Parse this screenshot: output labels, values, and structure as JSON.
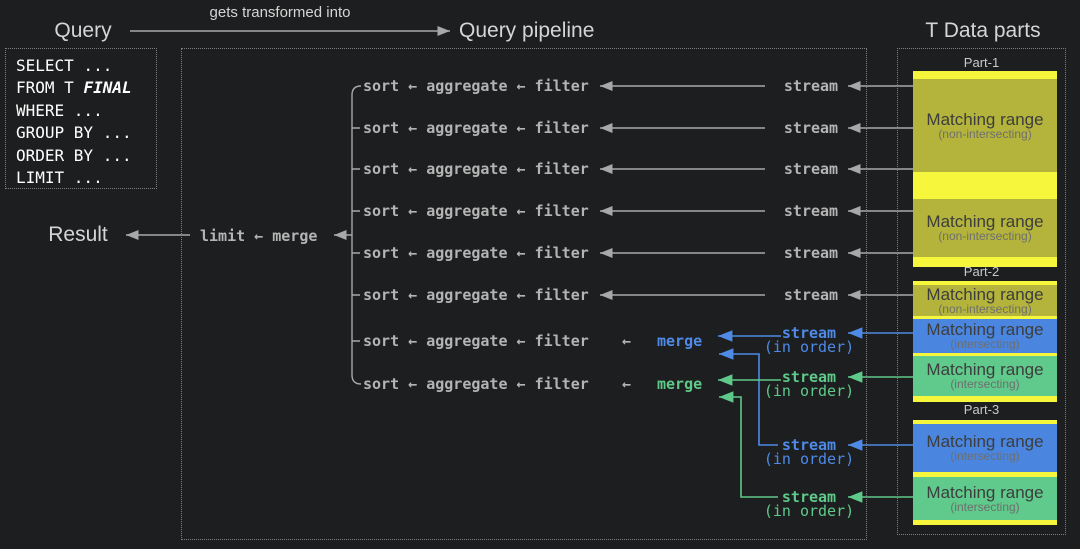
{
  "header": {
    "query_label": "Query",
    "transform_label": "gets transformed into",
    "pipeline_label": "Query pipeline",
    "parts_label": "T Data parts"
  },
  "sql_box": {
    "line1": "SELECT ...",
    "line2_prefix": "FROM T ",
    "line2_final": "FINAL",
    "line3": "WHERE ...",
    "line4": "GROUP BY ...",
    "line5": "ORDER BY ...",
    "line6": "LIMIT ..."
  },
  "result": {
    "label": "Result",
    "chain": "limit ← merge"
  },
  "pipeline": {
    "rows": [
      "sort ← aggregate ← filter",
      "sort ← aggregate ← filter",
      "sort ← aggregate ← filter",
      "sort ← aggregate ← filter",
      "sort ← aggregate ← filter",
      "sort ← aggregate ← filter",
      "sort ← aggregate ← filter",
      "sort ← aggregate ← filter"
    ],
    "stream_label": "stream",
    "merge_arrow": "←",
    "merge_label": "merge",
    "streams_in_order": [
      {
        "line1": "stream",
        "line2": "(in order)",
        "color": "blue"
      },
      {
        "line1": "stream",
        "line2": "(in order)",
        "color": "green"
      },
      {
        "line1": "stream",
        "line2": "(in order)",
        "color": "blue"
      },
      {
        "line1": "stream",
        "line2": "(in order)",
        "color": "green"
      }
    ]
  },
  "parts": [
    {
      "name": "Part-1",
      "ranges": [
        {
          "label": "Matching range",
          "note": "(non-intersecting)",
          "color": "olive"
        },
        {
          "label": "Matching range",
          "note": "(non-intersecting)",
          "color": "olive"
        }
      ]
    },
    {
      "name": "Part-2",
      "ranges": [
        {
          "label": "Matching range",
          "note": "(non-intersecting)",
          "color": "olive"
        },
        {
          "label": "Matching range",
          "note": "(intersecting)",
          "color": "blue"
        },
        {
          "label": "Matching range",
          "note": "(intersecting)",
          "color": "green"
        }
      ]
    },
    {
      "name": "Part-3",
      "ranges": [
        {
          "label": "Matching range",
          "note": "(intersecting)",
          "color": "blue"
        },
        {
          "label": "Matching range",
          "note": "(intersecting)",
          "color": "green"
        }
      ]
    }
  ],
  "colors": {
    "background": "#1d1e1f",
    "line_gray": "#a8a8a8",
    "text_gray": "#d5d5d5",
    "mono_gray": "#b4b4b4",
    "accent_blue": "#4e8ae6",
    "accent_green": "#5fc98a",
    "part_yellow": "#f6f63c",
    "part_olive": "#b4b43c",
    "part_blue": "#4a86e0",
    "part_green": "#5fca8b"
  }
}
